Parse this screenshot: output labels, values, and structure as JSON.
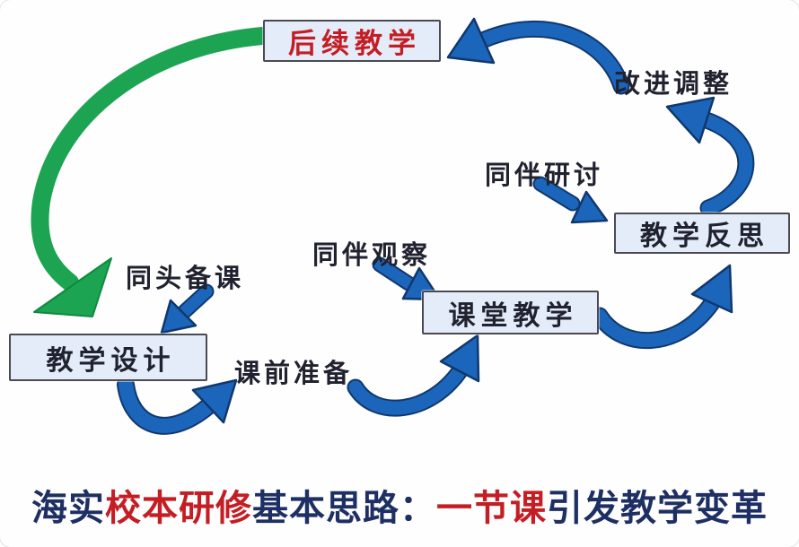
{
  "nodes": {
    "followup_teaching": "后续教学",
    "improve_adjust": "改进调整",
    "peer_discussion": "同伴研讨",
    "teaching_reflection": "教学反思",
    "peer_observation": "同伴观察",
    "classroom_teaching": "课堂教学",
    "joint_lesson_prep": "同头备课",
    "teaching_design": "教学设计",
    "pre_class_preparation": "课前准备"
  },
  "caption": {
    "part1": "海实",
    "red1": "校本研修",
    "part2": "基本思路：",
    "red2": "一节课",
    "part3": "引发教学变革"
  },
  "colors": {
    "arrow_blue": "#1b66ba",
    "arrow_blue_dark": "#10386e",
    "arrow_green": "#1ca452",
    "arrow_green_dark": "#0f8a3e",
    "box_fill": "#e3ecf8",
    "box_border": "#4a4a52",
    "highlight_red": "#c41e24",
    "caption_navy": "#1e2f63",
    "node_text": "#20222f"
  }
}
